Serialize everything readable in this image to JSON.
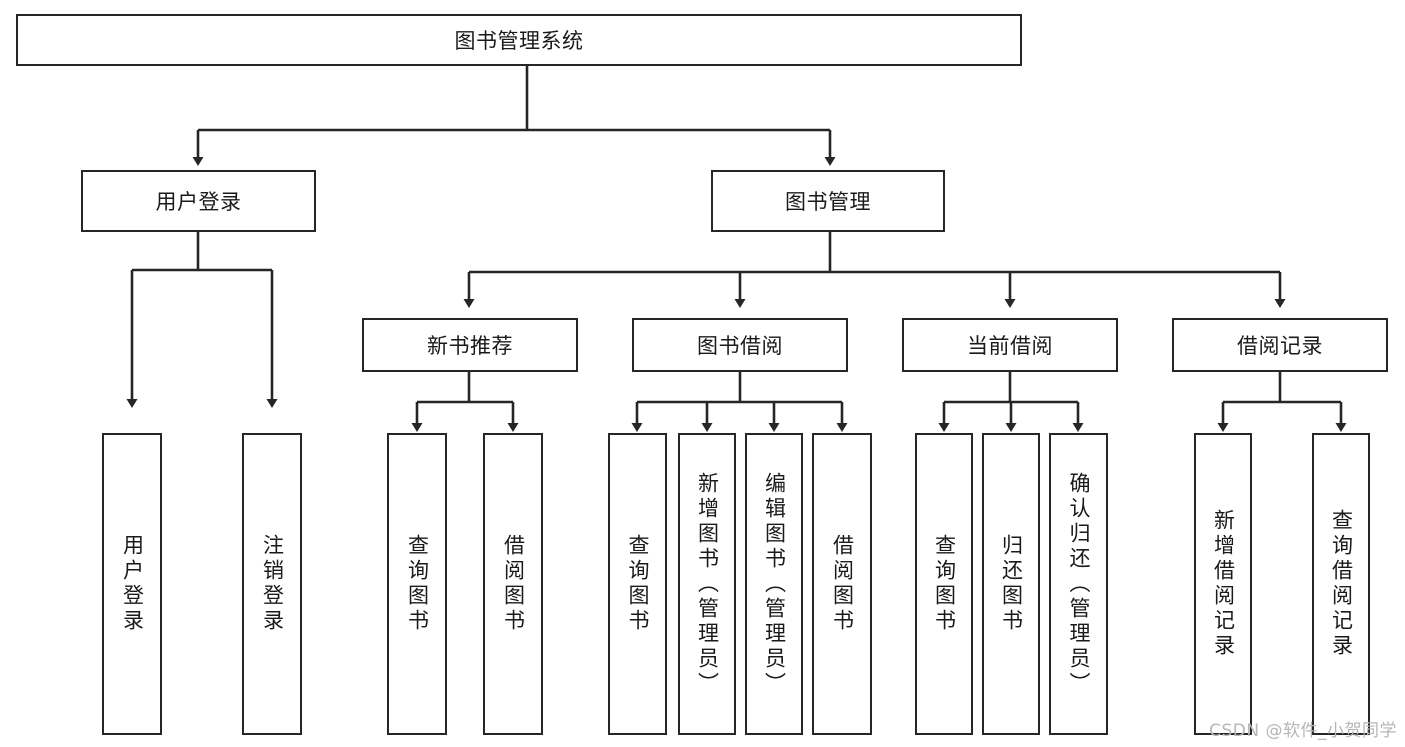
{
  "diagram": {
    "title_node": {
      "label": "图书管理系统"
    },
    "level2": [
      {
        "label": "用户登录"
      },
      {
        "label": "图书管理"
      }
    ],
    "level3": [
      {
        "label": "新书推荐"
      },
      {
        "label": "图书借阅"
      },
      {
        "label": "当前借阅"
      },
      {
        "label": "借阅记录"
      }
    ],
    "leaves": {
      "user_login": [
        {
          "label": "用户登录"
        },
        {
          "label": "注销登录"
        }
      ],
      "new_book_recommend": [
        {
          "label": "查询图书"
        },
        {
          "label": "借阅图书"
        }
      ],
      "book_borrow": [
        {
          "label": "查询图书"
        },
        {
          "label": "新增图书（管理员）"
        },
        {
          "label": "编辑图书（管理员）"
        },
        {
          "label": "借阅图书"
        }
      ],
      "current_borrow": [
        {
          "label": "查询图书"
        },
        {
          "label": "归还图书"
        },
        {
          "label": "确认归还（管理员）"
        }
      ],
      "borrow_record": [
        {
          "label": "新增借阅记录"
        },
        {
          "label": "查询借阅记录"
        }
      ]
    },
    "watermark": "CSDN @软件_小贺同学",
    "colors": {
      "stroke": "#262626",
      "fill": "#ffffff",
      "text": "#1a1a1a",
      "watermark": "#b6b6b6"
    }
  }
}
